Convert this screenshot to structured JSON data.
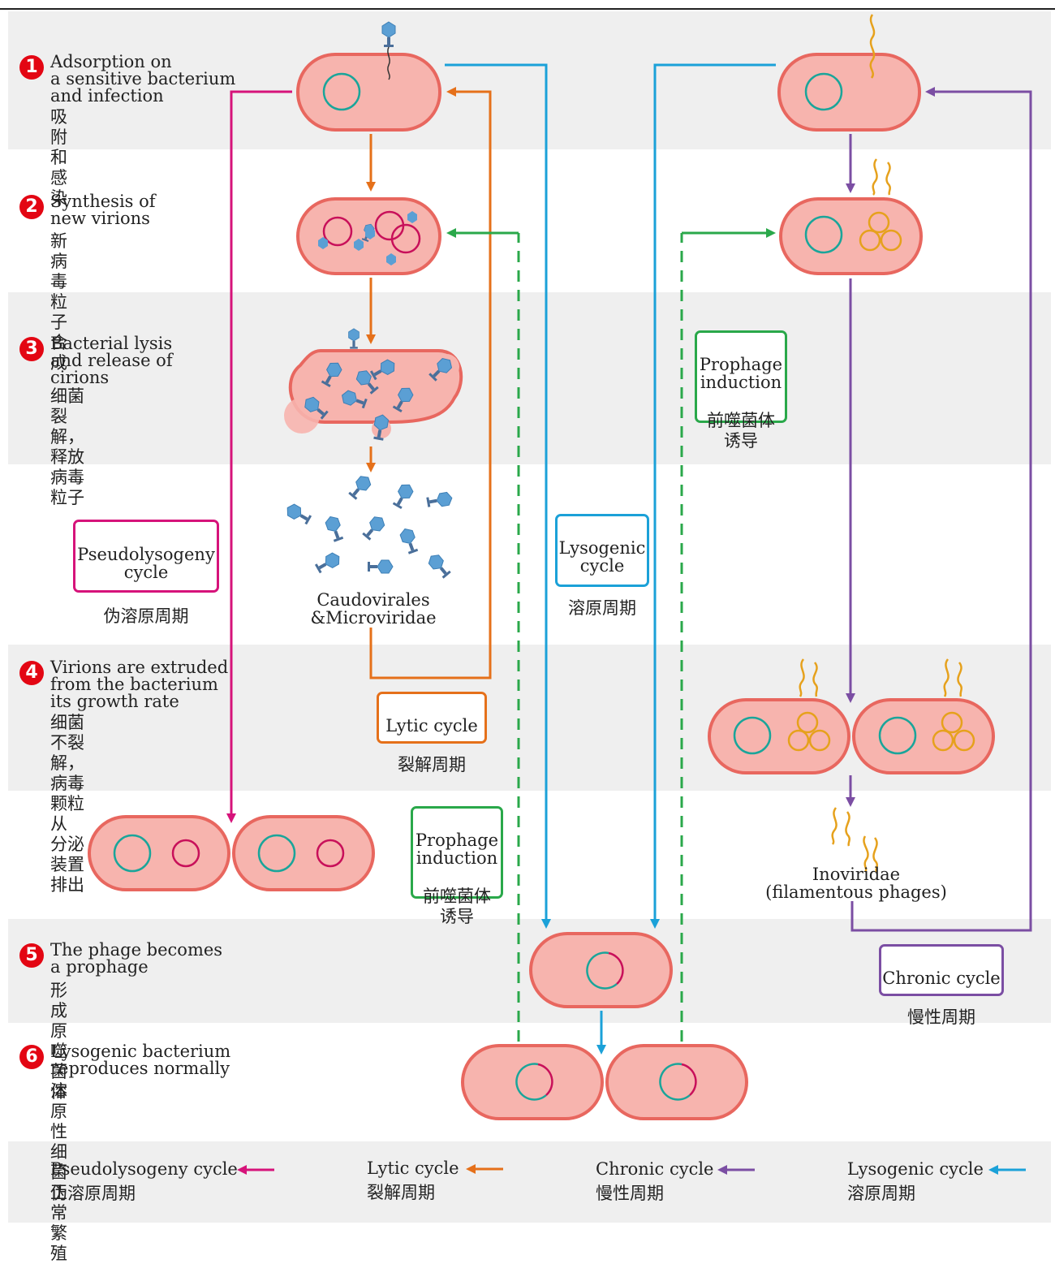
{
  "steps": [
    {
      "num": "1",
      "en": "Adsorption on\na sensitive bacterium\nand infection",
      "cn": "吸附和感染"
    },
    {
      "num": "2",
      "en": "Synthesis of\nnew virions",
      "cn": "新病毒粒子合成"
    },
    {
      "num": "3",
      "en": "Bacterial lysis\nand release of\ncirions",
      "cn": "细菌裂解，\n释放病毒粒子"
    },
    {
      "num": "4",
      "en": "Virions are extruded\nfrom the bacterium\nits growth rate",
      "cn": "细菌不裂解，\n病毒颗粒从\n分泌装置排出"
    },
    {
      "num": "5",
      "en": "The phage becomes\na prophage",
      "cn": "形成原噬菌体"
    },
    {
      "num": "6",
      "en": "Lysogenic bacterium\nreproduces normally",
      "cn": "溶原性细菌\n正常繁殖"
    }
  ],
  "boxes": {
    "pseudolysogeny": {
      "en": "Pseudolysogeny\ncycle",
      "cn": "伪溶原周期",
      "color": "#d6137a"
    },
    "lytic": {
      "en": "Lytic cycle",
      "cn": "裂解周期",
      "color": "#e5701a"
    },
    "lysogenic": {
      "en": "Lysogenic\ncycle",
      "cn": "溶原周期",
      "color": "#1ba1d8"
    },
    "prophage_top": {
      "en": "Prophage\ninduction",
      "cn": "前噬菌体\n诱导",
      "color": "#2aa84a"
    },
    "prophage_mid": {
      "en": "Prophage\ninduction",
      "cn": "前噬菌体\n诱导",
      "color": "#2aa84a"
    },
    "chronic": {
      "en": "Chronic cycle",
      "cn": "慢性周期",
      "color": "#7b4ea3"
    }
  },
  "labels": {
    "caudovirales": "Caudovirales\n&Microviridae",
    "inoviridae": "Inoviridae\n(filamentous phages)"
  },
  "legend": [
    {
      "en": "Pseudolysogeny cycle",
      "cn": "伪溶原周期",
      "color": "#d6137a"
    },
    {
      "en": "Lytic cycle",
      "cn": "裂解周期",
      "color": "#e5701a"
    },
    {
      "en": "Chronic cycle",
      "cn": "慢性周期",
      "color": "#7b4ea3"
    },
    {
      "en": "Lysogenic cycle",
      "cn": "溶原周期",
      "color": "#1ba1d8"
    }
  ],
  "colors": {
    "cell_fill": "#f7b4ae",
    "cell_stroke": "#e8675f",
    "dna_teal": "#1aa59a",
    "dna_magenta": "#c8105a",
    "phage_blue": "#5b9fd4",
    "filament": "#e6a11c",
    "band_gray": "#efefef"
  }
}
